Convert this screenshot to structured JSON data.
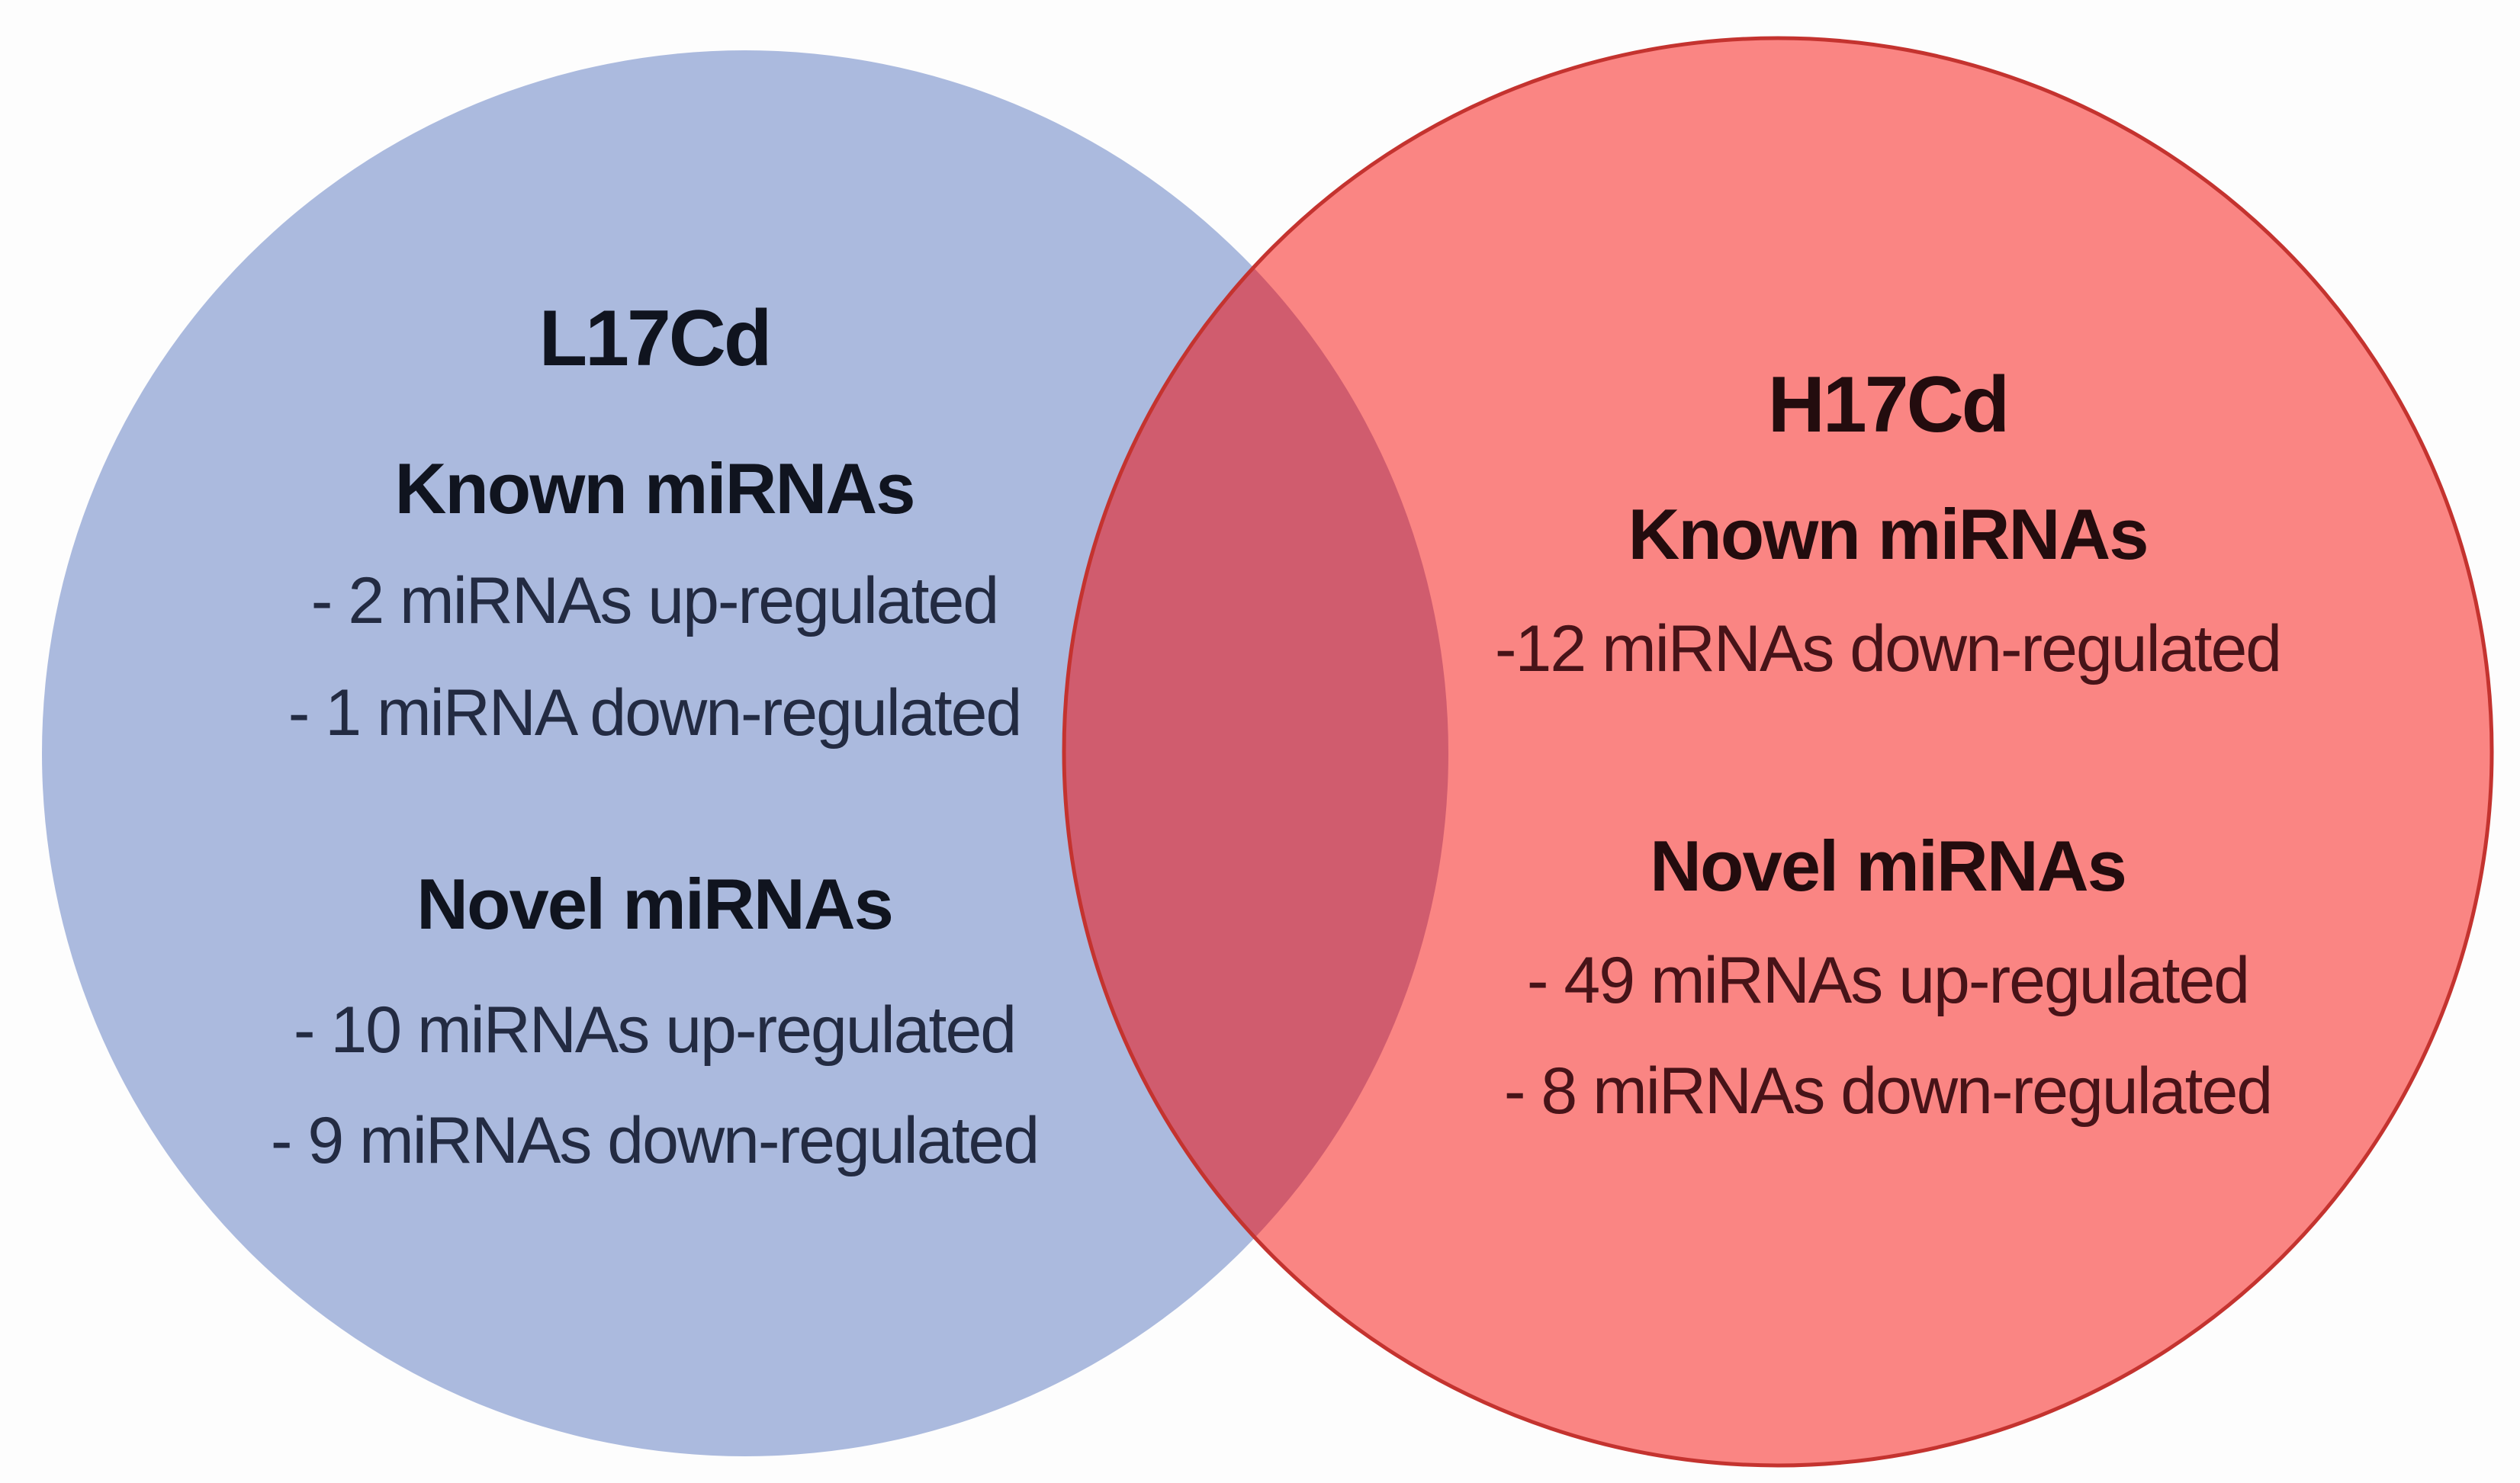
{
  "figure": {
    "type": "venn-diagram",
    "background_color": "#fdfdfd"
  },
  "venn": {
    "left_circle": {
      "title": "L17Cd",
      "known_header": "Known miRNAs",
      "known_item_1": "- 2 miRNAs up-regulated",
      "known_item_2": "- 1 miRNA down-regulated",
      "novel_header": "Novel miRNAs",
      "novel_item_1": "- 10 miRNAs up-regulated",
      "novel_item_2": "- 9 miRNAs down-regulated",
      "fill_color": "#abbade",
      "text_color": "#232b42",
      "title_color": "#10141f"
    },
    "right_circle": {
      "title": "H17Cd",
      "known_header": "Known miRNAs",
      "known_item_1": "-12 miRNAs down-regulated",
      "novel_header": "Novel miRNAs",
      "novel_item_1": "- 49 miRNAs up-regulated",
      "novel_item_2": "- 8 miRNAs down-regulated",
      "fill_color": "#fa8583",
      "stroke_color": "#c4332f",
      "text_color": "#471318",
      "title_color": "#230c0e"
    },
    "overlap": {
      "fill_color": "#d05c6e"
    }
  }
}
